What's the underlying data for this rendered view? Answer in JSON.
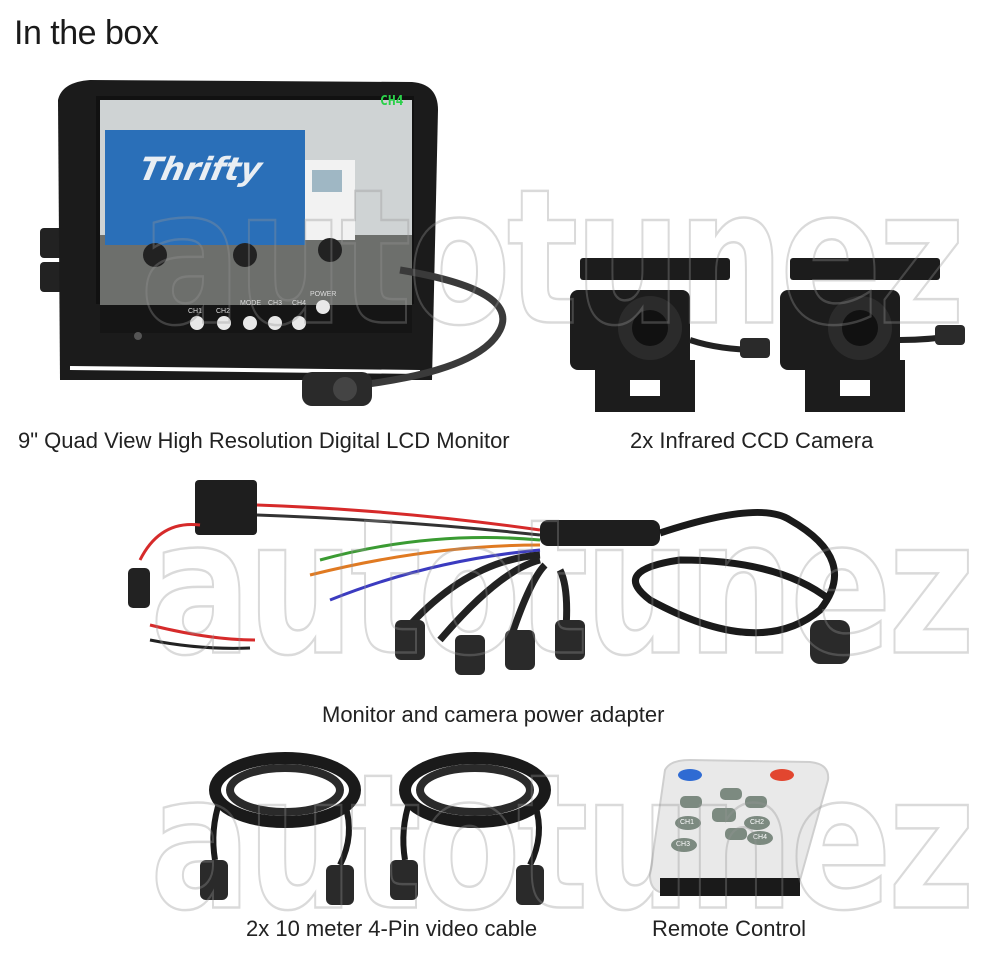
{
  "heading": "In the box",
  "watermark": "autotunez",
  "monitor": {
    "channel_indicator": "CH4",
    "screen_logo": "Thrifty",
    "buttons": [
      "CH1",
      "CH2",
      "MODE",
      "CH3",
      "CH4",
      "POWER"
    ],
    "caption": "9\" Quad View High Resolution Digital LCD Monitor"
  },
  "camera": {
    "caption": "2x Infrared CCD Camera"
  },
  "adapter": {
    "caption": "Monitor and camera power adapter"
  },
  "cable": {
    "caption": "2x 10 meter 4-Pin video cable"
  },
  "remote": {
    "caption": "Remote Control",
    "buttons": [
      "CH1",
      "CH2",
      "CH3",
      "CH4"
    ]
  },
  "colors": {
    "device_black": "#1b1b1b",
    "sky_blue": "#2a6fb8",
    "accent_green": "#2bd14a",
    "remote_red": "#e2462f",
    "remote_blue": "#2f6bd3"
  }
}
